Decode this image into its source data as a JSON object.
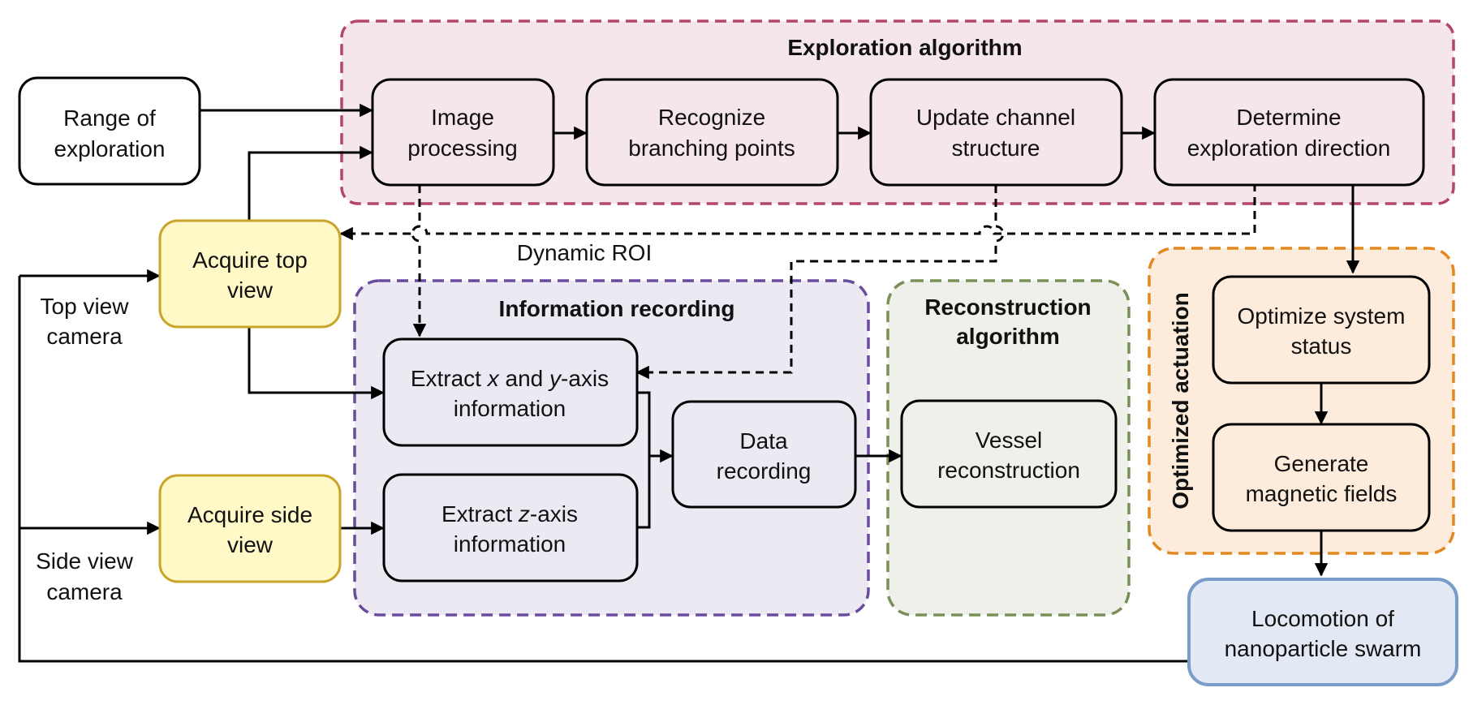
{
  "colors": {
    "exploration_stroke": "#b4466e",
    "exploration_fill": "#f5e6ec",
    "information_stroke": "#6a4c9c",
    "information_fill": "#ece9f3",
    "reconstruction_stroke": "#7a8f58",
    "reconstruction_fill": "#eef0e9",
    "actuation_stroke": "#e08a20",
    "actuation_fill": "#fdebdb",
    "acquire_stroke": "#c9a52a",
    "acquire_fill": "#fff9c8",
    "locomotion_stroke": "#7a9cc9",
    "locomotion_fill": "#e2e9f4",
    "line": "#000000"
  },
  "groups": {
    "exploration": "Exploration algorithm",
    "information": "Information recording",
    "reconstruction": [
      "Reconstruction",
      "algorithm"
    ],
    "actuation": "Optimized actuation"
  },
  "nodes": {
    "range": [
      "Range of",
      "exploration"
    ],
    "image_processing": [
      "Image",
      "processing"
    ],
    "recognize": [
      "Recognize",
      "branching points"
    ],
    "update": [
      "Update channel",
      "structure"
    ],
    "determine": [
      "Determine",
      "exploration direction"
    ],
    "acquire_top": [
      "Acquire top",
      "view"
    ],
    "acquire_side": [
      "Acquire side",
      "view"
    ],
    "extract_xy": {
      "line1": {
        "pre": "Extract ",
        "x": "x",
        "mid": " and ",
        "y": "y",
        "post": "-axis"
      },
      "line2": "information"
    },
    "extract_z": {
      "line1": {
        "pre": "Extract ",
        "z": "z",
        "post": "-axis"
      },
      "line2": "information"
    },
    "data_recording": [
      "Data",
      "recording"
    ],
    "vessel": [
      "Vessel",
      "reconstruction"
    ],
    "optimize": [
      "Optimize system",
      "status"
    ],
    "generate": [
      "Generate",
      "magnetic fields"
    ],
    "locomotion": [
      "Locomotion of",
      "nanoparticle swarm"
    ]
  },
  "labels": {
    "top_camera": [
      "Top view",
      "camera"
    ],
    "side_camera": [
      "Side view",
      "camera"
    ],
    "dynamic_roi": "Dynamic ROI"
  }
}
